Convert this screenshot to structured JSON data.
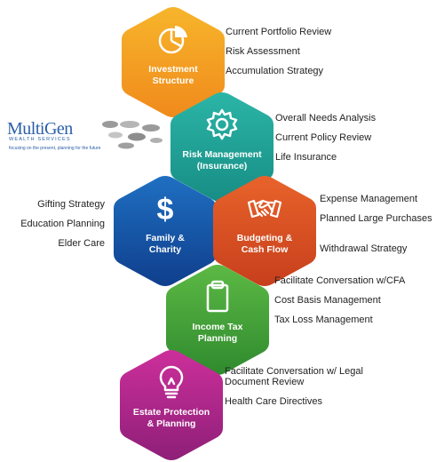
{
  "logo": {
    "brand": "MultiGen",
    "sub": "WEALTH SERVICES",
    "tagline": "focusing on the present, planning for the future"
  },
  "nodes": [
    {
      "id": "investment",
      "label_lines": [
        "Investment",
        "Structure"
      ],
      "icon": "pie-chart-icon",
      "color_top": "#f7b52b",
      "color_bottom": "#f08a1c",
      "items_side": "right",
      "items": [
        "Current Portfolio Review",
        "Risk Assessment",
        "Accumulation Strategy"
      ]
    },
    {
      "id": "risk",
      "label_lines": [
        "Risk Management",
        "(Insurance)"
      ],
      "icon": "gear-icon",
      "color_top": "#2bb5a7",
      "color_bottom": "#178d84",
      "items_side": "right",
      "items": [
        "Overall Needs Analysis",
        "Current Policy Review",
        "Life Insurance"
      ]
    },
    {
      "id": "family",
      "label_lines": [
        "Family &",
        "Charity"
      ],
      "icon": "dollar-icon",
      "color_top": "#1f6fc2",
      "color_bottom": "#0f3f8c",
      "items_side": "left",
      "items": [
        "Gifting Strategy",
        "Education Planning",
        "Elder Care"
      ]
    },
    {
      "id": "budgeting",
      "label_lines": [
        "Budgeting &",
        "Cash Flow"
      ],
      "icon": "handshake-icon",
      "color_top": "#e8632b",
      "color_bottom": "#c73f1c",
      "items_side": "right",
      "items": [
        "Expense Management",
        "Planned Large Purchases",
        "Withdrawal Strategy"
      ]
    },
    {
      "id": "tax",
      "label_lines": [
        "Income Tax",
        "Planning"
      ],
      "icon": "clipboard-icon",
      "color_top": "#5cb944",
      "color_bottom": "#2f8a2e",
      "items_side": "right",
      "items": [
        "Facilitate Conversation w/CFA",
        "Cost Basis Management",
        "Tax Loss Management"
      ]
    },
    {
      "id": "estate",
      "label_lines": [
        "Estate Protection",
        "& Planning"
      ],
      "icon": "lightbulb-icon",
      "color_top": "#cc2f9b",
      "color_bottom": "#8e1f78",
      "items_side": "right",
      "items": [
        "Facilitate Conversation w/ Legal Document Review",
        "Health Care Directives"
      ]
    }
  ]
}
